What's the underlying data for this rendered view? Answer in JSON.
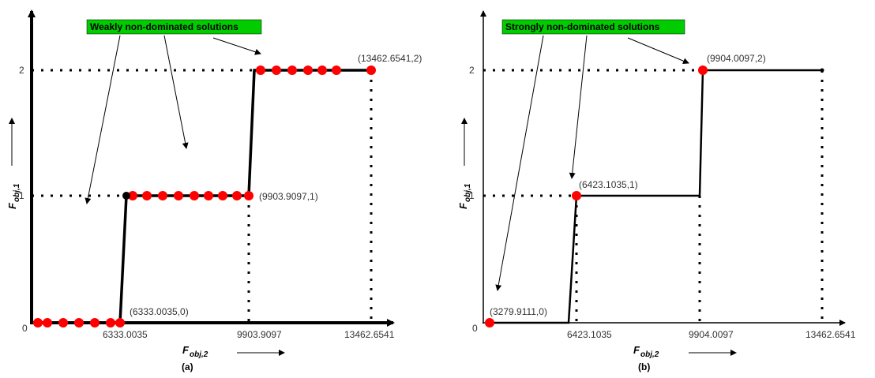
{
  "panels": [
    {
      "id": "a",
      "caption": "(a)",
      "callout": "Weakly non-dominated solutions",
      "y_axis_label": "F",
      "y_axis_sub": "obj,1",
      "x_axis_label": "F",
      "x_axis_sub": "obj,2",
      "origin_label": "0",
      "y_ticks": [
        "1",
        "2"
      ],
      "x_ticks": [
        "6333.0035",
        "9903.9097",
        "13462.6541"
      ],
      "point_labels": [
        "(6333.0035,0)",
        "(9903.9097,1)",
        "(13462.6541,2)"
      ]
    },
    {
      "id": "b",
      "caption": "(b)",
      "callout": "Strongly non-dominated solutions",
      "y_axis_label": "F",
      "y_axis_sub": "obj,1",
      "x_axis_label": "F",
      "x_axis_sub": "obj,2",
      "origin_label": "0",
      "y_ticks": [
        "1",
        "2"
      ],
      "x_ticks": [
        "6423.1035",
        "9904.0097",
        "13462.6541"
      ],
      "point_labels": [
        "(3279.9111,0)",
        "(6423.1035,1)",
        "(9904.0097,2)"
      ]
    }
  ],
  "colors": {
    "point": "#ff0000",
    "callout_bg": "#00cc00",
    "line": "#000000"
  }
}
